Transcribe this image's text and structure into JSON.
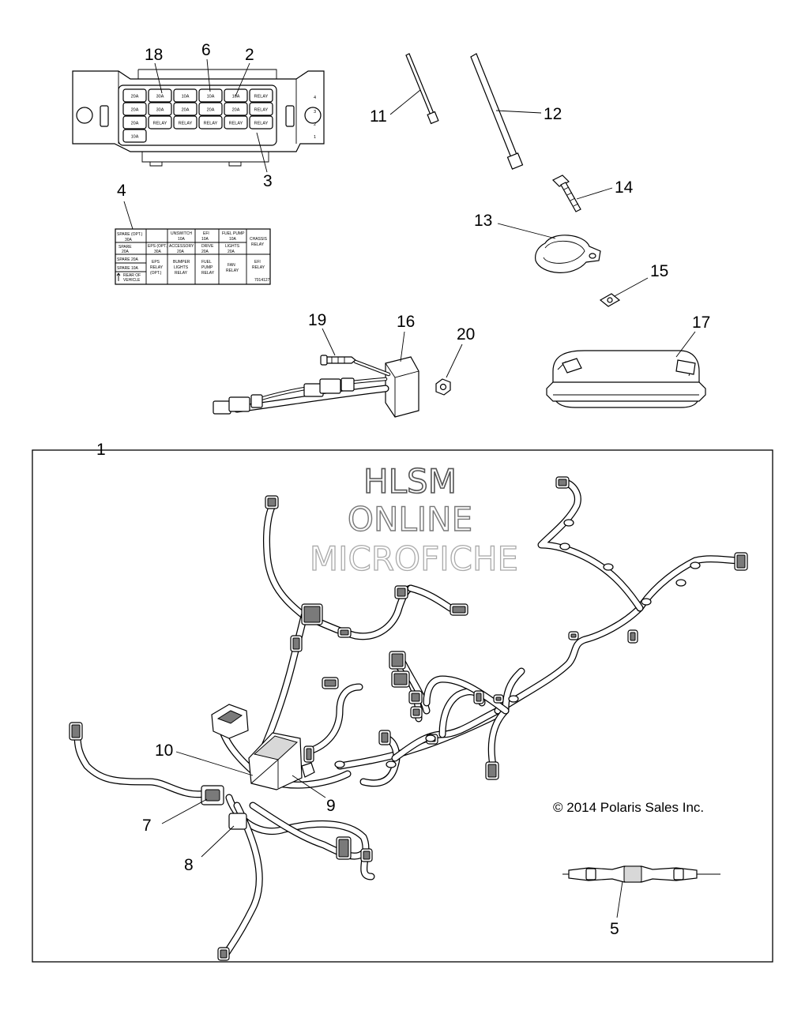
{
  "callouts": {
    "c1": "1",
    "c2": "2",
    "c3": "3",
    "c4": "4",
    "c5": "5",
    "c6": "6",
    "c7": "7",
    "c8": "8",
    "c9": "9",
    "c10": "10",
    "c11": "11",
    "c12": "12",
    "c13": "13",
    "c14": "14",
    "c15": "15",
    "c16": "16",
    "c17": "17",
    "c18": "18",
    "c19": "19",
    "c20": "20"
  },
  "watermark": {
    "line1": "HLSM",
    "line2": "ONLINE",
    "line3": "MICROFICHE"
  },
  "copyright": "© 2014 Polaris Sales Inc.",
  "fuse_box": {
    "side_numbers": [
      "4",
      "3",
      "2",
      "1"
    ],
    "row1": [
      "20A",
      "30A",
      "10A",
      "10A",
      "10A",
      "RELAY"
    ],
    "row2": [
      "20A",
      "30A",
      "20A",
      "20A",
      "20A",
      "RELAY"
    ],
    "row3": [
      "20A",
      "RELAY",
      "RELAY",
      "RELAY",
      "RELAY",
      "RELAY"
    ],
    "row4": [
      "10A"
    ]
  },
  "decal": {
    "r1c1": "SPARE (OPT.)",
    "r1c1b": "30A",
    "r2c1": "SPARE",
    "r2c1b": "20A",
    "r3c1": "SPARE 20A",
    "r4c1": "SPARE 10A",
    "r5c1": "REAR OF",
    "r5c1b": "VEHICLE",
    "r1c3": "UNSWITCH",
    "r1c3b": "10A",
    "r1c4": "EFI",
    "r1c4b": "10A",
    "r1c5": "FUEL PUMP",
    "r1c5b": "10A",
    "r1c6": "CHASSIS",
    "r1c6b": "RELAY",
    "r2c2": "EPS (OPT.)",
    "r2c2b": "30A",
    "r2c3": "ACCESSORY",
    "r2c3b": "20A",
    "r2c4": "DRIVE",
    "r2c4b": "20A",
    "r2c5": "LIGHTS",
    "r2c5b": "20A",
    "r3c2": "EPS",
    "r3c2b": "RELAY",
    "r3c2c": "(OPT.)",
    "r3c3": "BUMPER",
    "r3c3b": "LIGHTS",
    "r3c3c": "RELAY",
    "r3c4": "FUEL",
    "r3c4b": "PUMP",
    "r3c4c": "RELAY",
    "r3c5": "FAN",
    "r3c5b": "RELAY",
    "r3c6": "EFI",
    "r3c6b": "RELAY",
    "part_no": "7014127"
  }
}
